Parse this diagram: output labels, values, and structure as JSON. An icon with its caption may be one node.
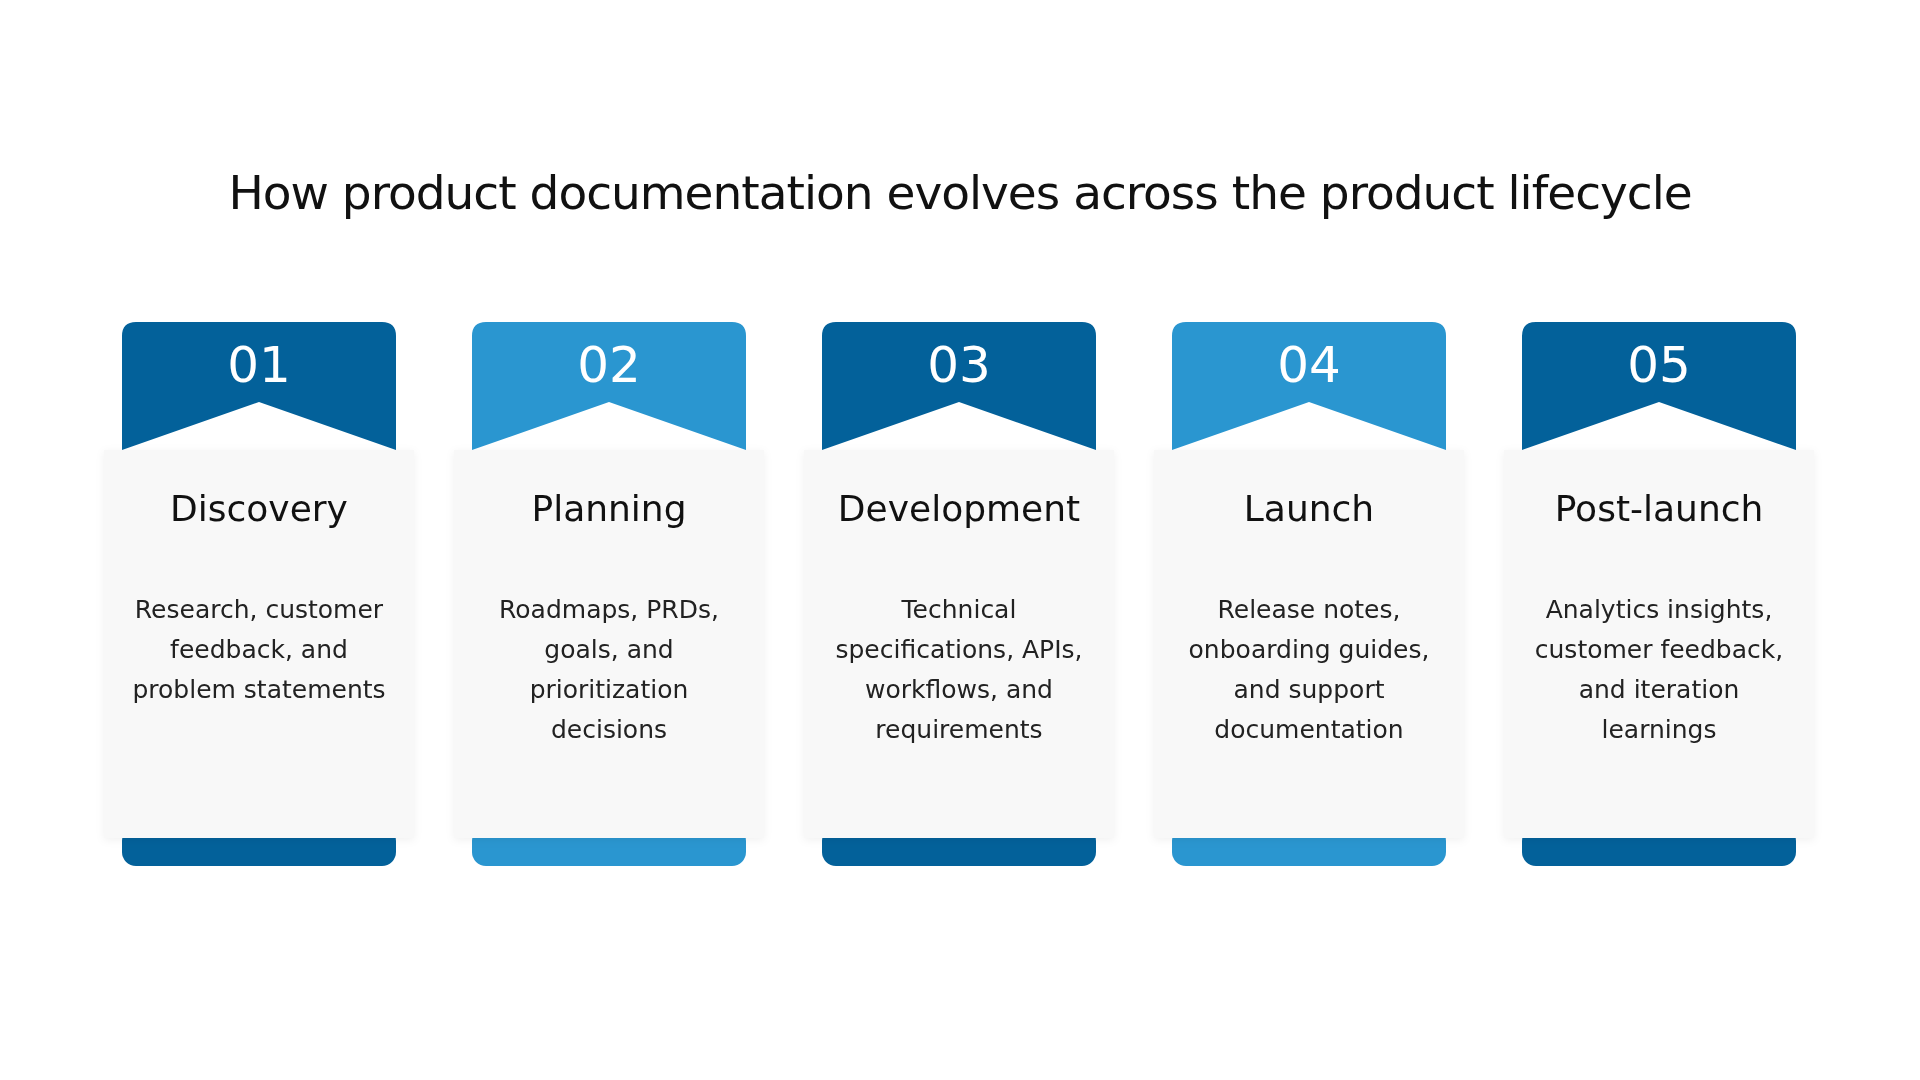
{
  "diagram": {
    "title": "How product documentation evolves across the product lifecycle",
    "nodes": [
      {
        "text": [
          "01",
          "Discovery",
          "Research, customer feedback, and problem statements"
        ]
      },
      {
        "text": [
          "02",
          "Planning",
          "Roadmaps, PRDs, goals, and prioritization decisions"
        ]
      },
      {
        "text": [
          "03",
          "Development",
          "Technical specifications, APIs, workflows, and requirements"
        ]
      },
      {
        "text": [
          "04",
          "Launch",
          "Release notes, onboarding guides, and support documentation"
        ]
      },
      {
        "text": [
          "05",
          "Post-launch",
          "Analytics insights, customer feedback, and iteration learnings"
        ]
      }
    ],
    "edges": []
  }
}
